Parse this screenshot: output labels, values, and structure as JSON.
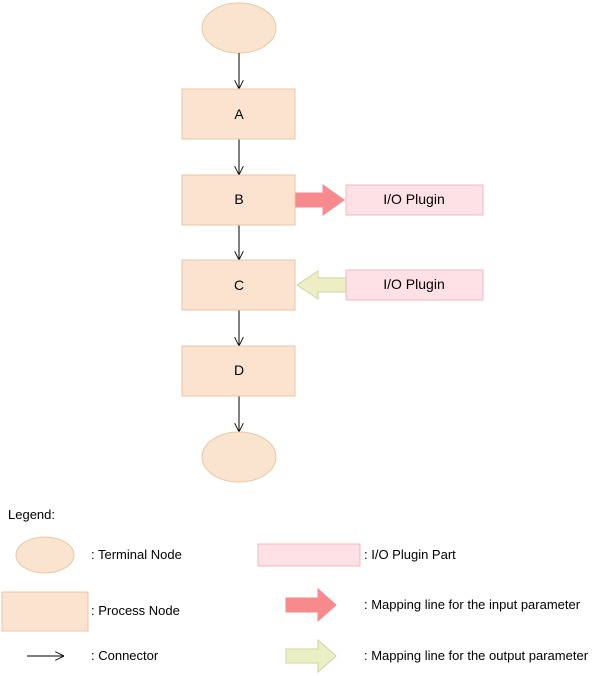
{
  "colors": {
    "terminal_fill": "#f9e4cf",
    "terminal_stroke": "#e8c9a6",
    "process_fill": "#fbe3cf",
    "process_stroke": "#e8c6a6",
    "plugin_fill": "#fde1e4",
    "plugin_stroke": "#f1b8c0",
    "input_arrow": "#f78a8c",
    "output_arrow": "#ecefc4",
    "output_arrow_stroke": "#cfd39e",
    "connector": "#000000"
  },
  "flow": {
    "process_nodes": [
      {
        "id": "A",
        "label": "A"
      },
      {
        "id": "B",
        "label": "B"
      },
      {
        "id": "C",
        "label": "C"
      },
      {
        "id": "D",
        "label": "D"
      }
    ],
    "plugins": [
      {
        "label": "I/O Plugin",
        "attached_to": "B",
        "direction": "input"
      },
      {
        "label": "I/O Plugin",
        "attached_to": "C",
        "direction": "output"
      }
    ]
  },
  "legend": {
    "title": "Legend:",
    "terminal": ": Terminal Node",
    "process": ": Process Node",
    "connector": ": Connector",
    "plugin": ": I/O Plugin Part",
    "input_mapping": ": Mapping line for the input parameter",
    "output_mapping": ": Mapping line for the output parameter"
  }
}
